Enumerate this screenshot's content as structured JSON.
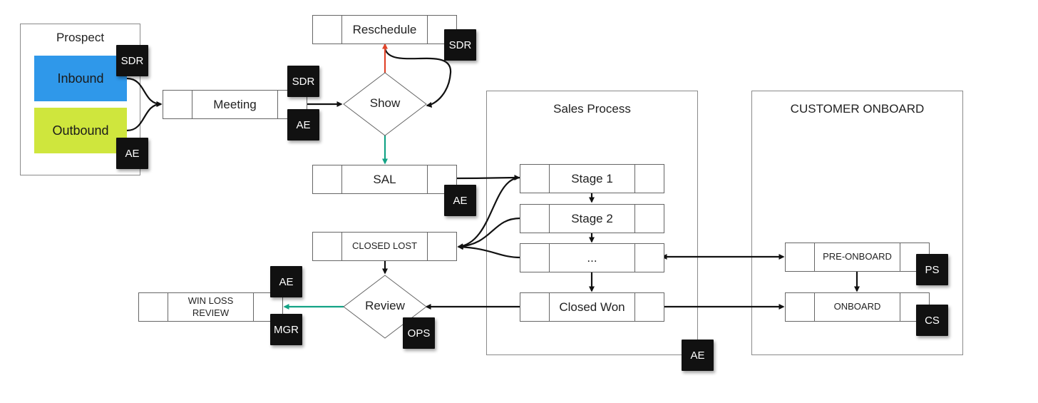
{
  "frames": {
    "prospect": "Prospect",
    "sales_process": "Sales Process",
    "customer_onboard": "CUSTOMER ONBOARD"
  },
  "sources": {
    "inbound": "Inbound",
    "outbound": "Outbound"
  },
  "steps": {
    "meeting": "Meeting",
    "reschedule": "Reschedule",
    "sal": "SAL",
    "closed_lost": "CLOSED LOST",
    "win_loss_review": "WIN LOSS REVIEW",
    "stage1": "Stage 1",
    "stage2": "Stage 2",
    "ellipsis": "...",
    "closed_won": "Closed Won",
    "pre_onboard": "PRE-ONBOARD",
    "onboard": "ONBOARD"
  },
  "decisions": {
    "show": "Show",
    "review": "Review"
  },
  "roles": {
    "sdr_inbound": "SDR",
    "ae_outbound": "AE",
    "sdr_meeting": "SDR",
    "ae_meeting": "AE",
    "sdr_reschedule": "SDR",
    "ae_sal": "AE",
    "ae_winloss": "AE",
    "mgr_winloss": "MGR",
    "ops_review": "OPS",
    "ae_sales": "AE",
    "ps_preonboard": "PS",
    "cs_onboard": "CS"
  },
  "colors": {
    "inbound": "#2f98ea",
    "outbound": "#cfe63d",
    "arrow_default": "#111111",
    "arrow_no_show": "#e0442a",
    "arrow_show": "#13a385"
  }
}
